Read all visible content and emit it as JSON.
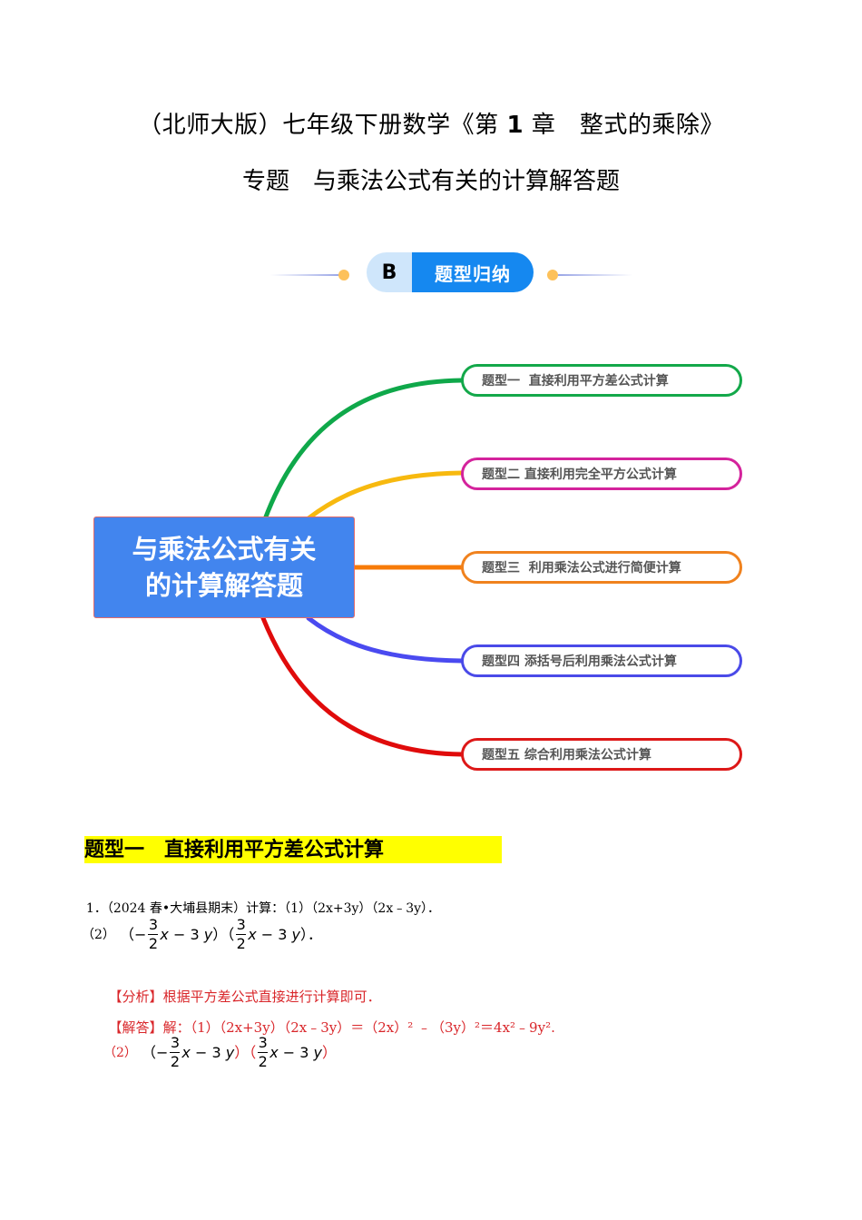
{
  "header": {
    "title_line1_prefix": "（北师大版）七年级下册数学《第",
    "title_line1_num": "1",
    "title_line1_suffix": "章　整式的乘除》",
    "title_line2": "专题　与乘法公式有关的计算解答题"
  },
  "badge": {
    "letter": "B",
    "label": "题型归纳",
    "colors": {
      "letter_bg": "#cfe6fb",
      "label_bg": "#1588f0",
      "dot": "#fdc15a"
    }
  },
  "mindmap": {
    "center": {
      "line1": "与乘法公式有关",
      "line2": "的计算解答题",
      "bg": "#4285ee"
    },
    "nodes": [
      {
        "label": "题型一  直接利用平方差公式计算",
        "color": "#13a84a"
      },
      {
        "label": "题型二 直接利用完全平方公式计算",
        "color": "#d4239c"
      },
      {
        "label": "题型三  利用乘法公式进行简便计算",
        "color": "#f0821e"
      },
      {
        "label": "题型四 添括号后利用乘法公式计算",
        "color": "#4a4ae8"
      },
      {
        "label": "题型五 综合利用乘法公式计算",
        "color": "#dd1818"
      }
    ],
    "branch_colors": [
      "#0fa84a",
      "#f7b90f",
      "#f77b08",
      "#4a4af0",
      "#e00b0b"
    ]
  },
  "section": {
    "heading": "题型一　直接利用平方差公式计算"
  },
  "question1": {
    "number": "1．",
    "source": "（2024 春•大埔县期末）计算：（1）（2x+3y）（2x﹣3y）．",
    "part2_label": "（2）",
    "part2_expr": "（−3/2 x−3y）（3/2 x−3y）．",
    "frac_num": "3",
    "frac_den": "2",
    "analysis_tag": "【分析】",
    "analysis_text": "根据平方差公式直接进行计算即可．",
    "answer_tag": "【解答】",
    "answer_line1": "解：（1）（2x+3y）（2x﹣3y）＝（2x）² ﹣（3y）²＝4x²﹣9y².",
    "answer_part2_label": "（2）",
    "answer_part2_expr": "（−3/2 x−3y）（3/2 x−3y）"
  }
}
